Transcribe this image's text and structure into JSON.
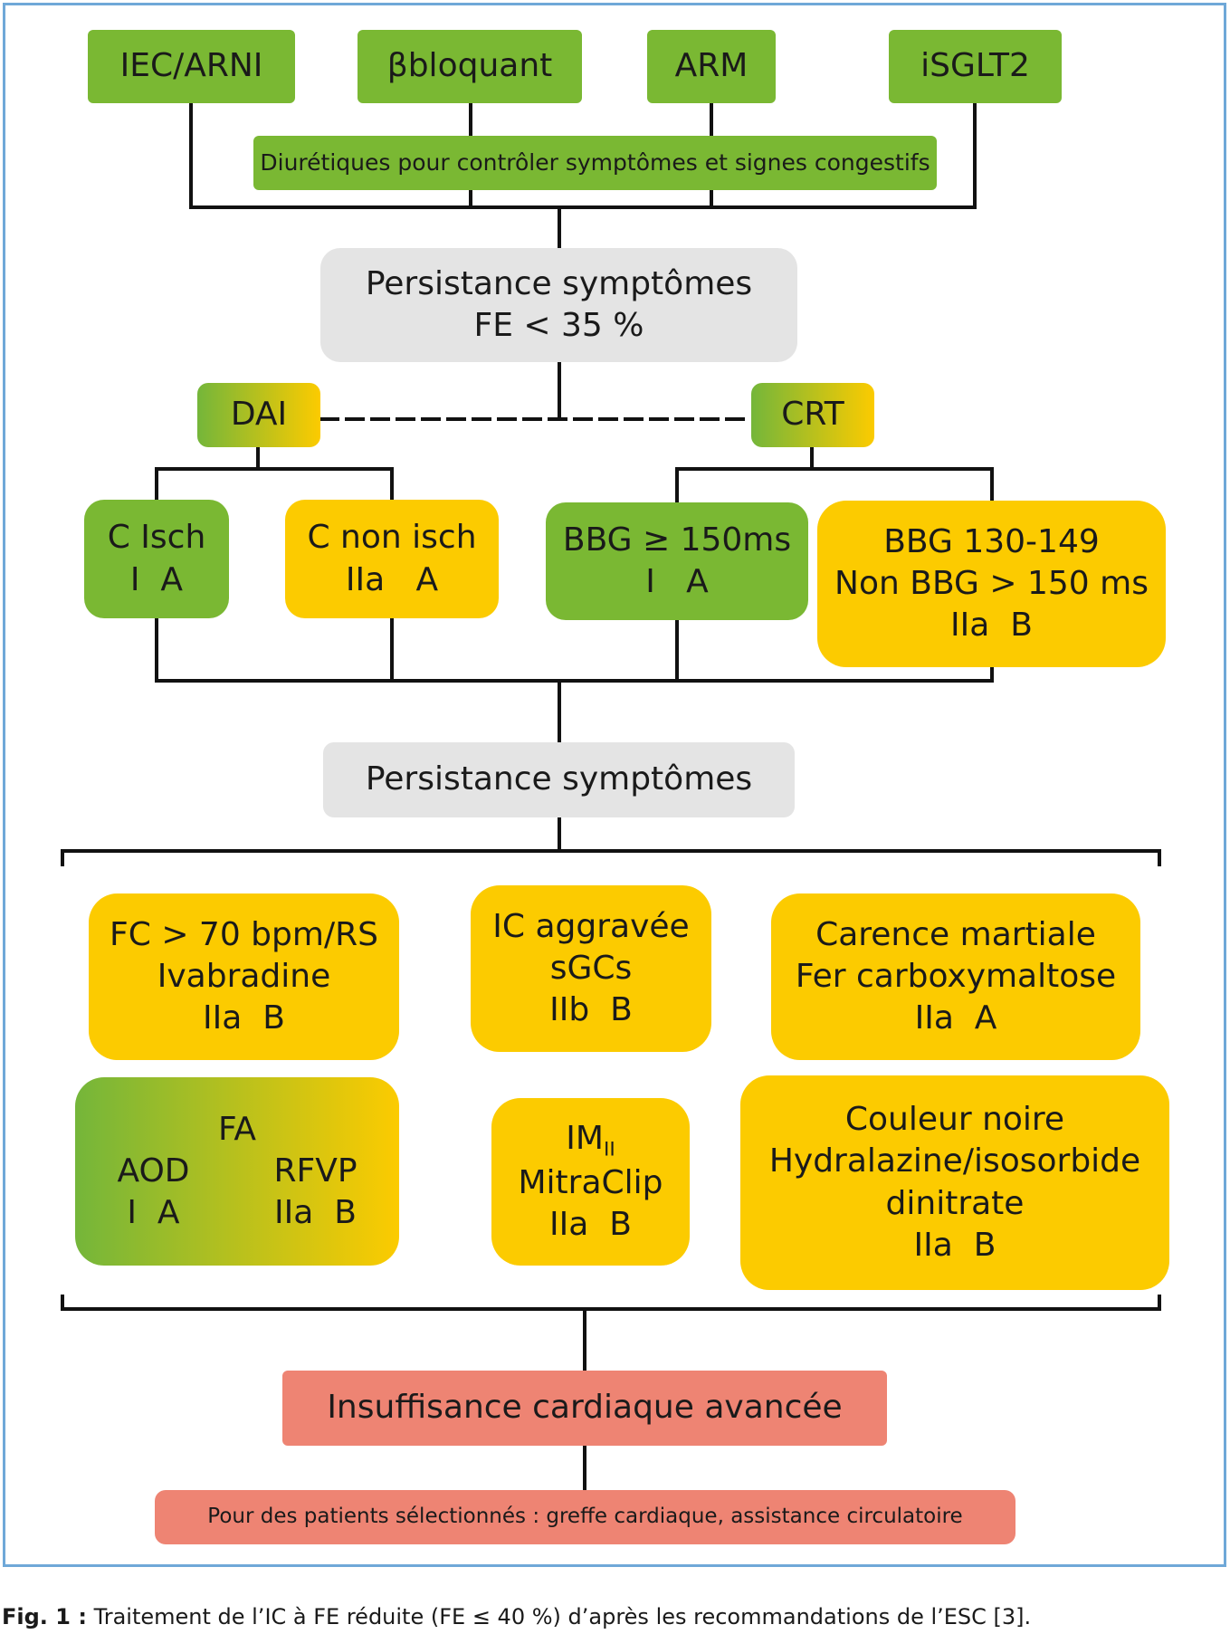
{
  "top_row": {
    "iec_arni": "IEC/ARNI",
    "bbloquant": "βbloquant",
    "arm": "ARM",
    "isglt2": "iSGLT2"
  },
  "diuretics": "Diurétiques pour contrôler symptômes et signes congestifs",
  "persist1": {
    "line1": "Persistance symptômes",
    "line2": "FE < 35 %"
  },
  "dai": "DAI",
  "crt": "CRT",
  "cisch": {
    "line1": "C Isch",
    "line2": "I  A"
  },
  "cnonisch": {
    "line1": "C non isch",
    "line2": "IIa   A"
  },
  "bbg150": {
    "line1": "BBG ≥ 150ms",
    "line2": "I   A"
  },
  "bbg130": {
    "line1": "BBG 130-149",
    "line2": "Non BBG > 150 ms",
    "line3": "IIa  B"
  },
  "persist2": "Persistance symptômes",
  "fc": {
    "line1": "FC > 70 bpm/RS",
    "line2": "Ivabradine",
    "line3": "IIa  B"
  },
  "icagg": {
    "line1": "IC aggravée",
    "line2": "sGCs",
    "line3": "IIb  B"
  },
  "carence": {
    "line1": "Carence martiale",
    "line2": "Fer carboxymaltose",
    "line3": "IIa  A"
  },
  "fa": {
    "title": "FA",
    "left_name": "AOD",
    "left_class": "I  A",
    "right_name": "RFVP",
    "right_class": "IIa  B"
  },
  "im": {
    "line1_main": "IM",
    "line1_sub": "II",
    "line2": "MitraClip",
    "line3": "IIa  B"
  },
  "couleur": {
    "line1": "Couleur noire",
    "line2": "Hydralazine/isosorbide",
    "line3": "dinitrate",
    "line4": "IIa  B"
  },
  "advanced": "Insuffisance cardiaque avancée",
  "selected": "Pour des patients sélectionnés : greffe cardiaque, assistance circulatoire",
  "caption": {
    "label": "Fig. 1 :",
    "text": " Traitement de l’IC à FE réduite (FE ≤ 40 %) d’après les recommandations de l’ESC [3]."
  },
  "colors": {
    "green": "#7ab833",
    "yellow": "#fccb00",
    "grey": "#e4e4e4",
    "red": "#ee8473",
    "frame": "#6fa8d8"
  }
}
